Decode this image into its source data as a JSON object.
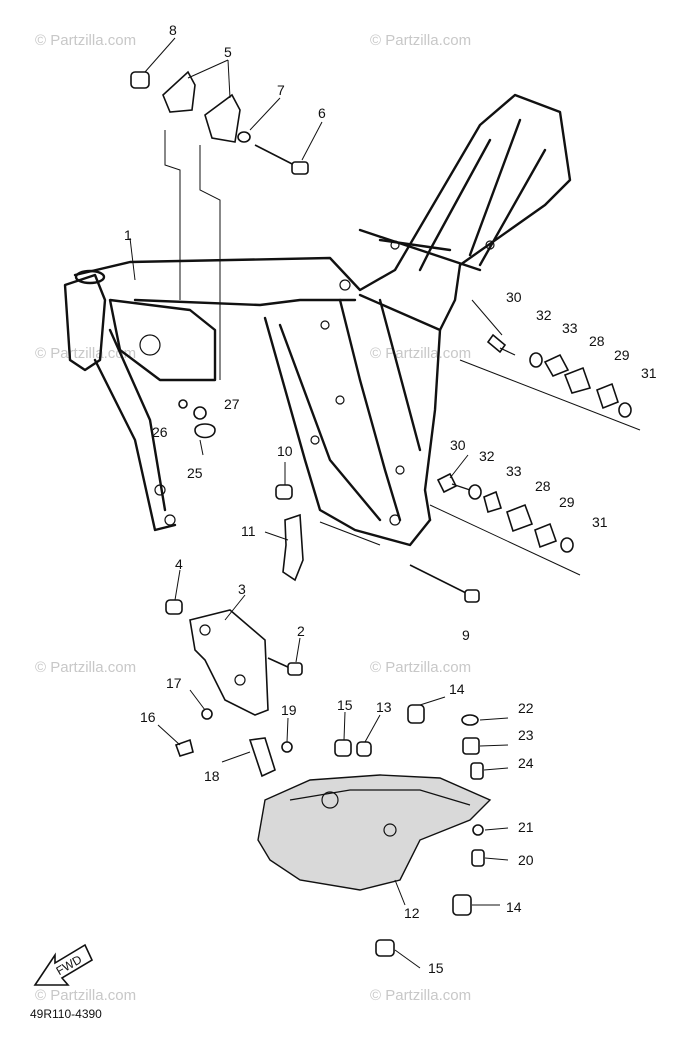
{
  "callouts": {
    "c1": "1",
    "c2": "2",
    "c3": "3",
    "c4": "4",
    "c5": "5",
    "c6": "6",
    "c7": "7",
    "c8": "8",
    "c9": "9",
    "c10": "10",
    "c11": "11",
    "c12": "12",
    "c13": "13",
    "c14a": "14",
    "c14b": "14",
    "c15a": "15",
    "c15b": "15",
    "c16": "16",
    "c17": "17",
    "c18": "18",
    "c19": "19",
    "c20": "20",
    "c21": "21",
    "c22": "22",
    "c23": "23",
    "c24": "24",
    "c25": "25",
    "c26": "26",
    "c27": "27",
    "c28a": "28",
    "c28b": "28",
    "c29a": "29",
    "c29b": "29",
    "c30a": "30",
    "c30b": "30",
    "c31a": "31",
    "c31b": "31",
    "c32a": "32",
    "c32b": "32",
    "c33a": "33",
    "c33b": "33"
  },
  "fwd_label": "FWD",
  "part_code": "49R110-4390",
  "watermark": "© Partzilla.com"
}
